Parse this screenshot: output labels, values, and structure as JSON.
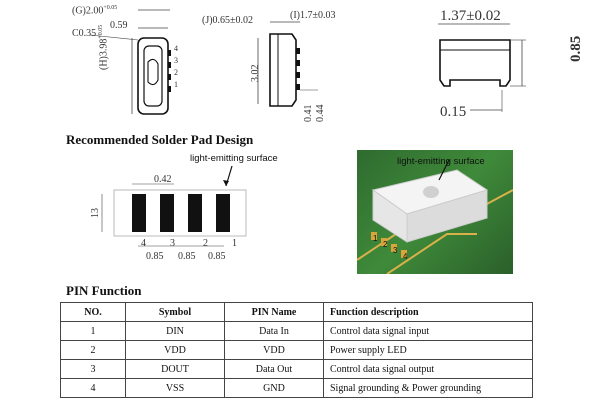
{
  "drawing": {
    "top_view": {
      "g_dim": "(G)2.00",
      "g_tol": "+0.05",
      "g_tol2": "0",
      "w_dim": "0.59",
      "chamfer": "C0.35",
      "h_dim": "(H)3.98",
      "h_tol": "+0.05",
      "pin_numbers": [
        "4",
        "3",
        "2",
        "1"
      ]
    },
    "side_view": {
      "j_dim": "(J)0.65±0.02",
      "i_dim": "(I)1.7±0.03",
      "len": "3.02",
      "pin_a": "0.41",
      "pin_b": "0.44"
    },
    "end_view": {
      "w": "1.37±0.02",
      "h": "0.85",
      "foot": "0.15"
    }
  },
  "solder": {
    "title": "Recommended  Solder  Pad  Design",
    "surface_label": "light-emitting surface",
    "pad_width": "0.42",
    "pad_height": "13",
    "pitch_labels": [
      "0.85",
      "0.85",
      "0.85"
    ],
    "pin_labels": [
      "4",
      "3",
      "2",
      "1"
    ]
  },
  "photo": {
    "surface_label": "light-emitting surface",
    "pin_labels": [
      "1",
      "2",
      "3",
      "4"
    ]
  },
  "pins": {
    "title": "PIN Function",
    "headers": [
      "NO.",
      "Symbol",
      "PIN Name",
      "Function description"
    ],
    "rows": [
      [
        "1",
        "DIN",
        "Data In",
        "Control data signal input"
      ],
      [
        "2",
        "VDD",
        "VDD",
        "Power supply LED"
      ],
      [
        "3",
        "DOUT",
        "Data Out",
        "Control data signal output"
      ],
      [
        "4",
        "VSS",
        "GND",
        "Signal grounding & Power grounding"
      ]
    ]
  }
}
